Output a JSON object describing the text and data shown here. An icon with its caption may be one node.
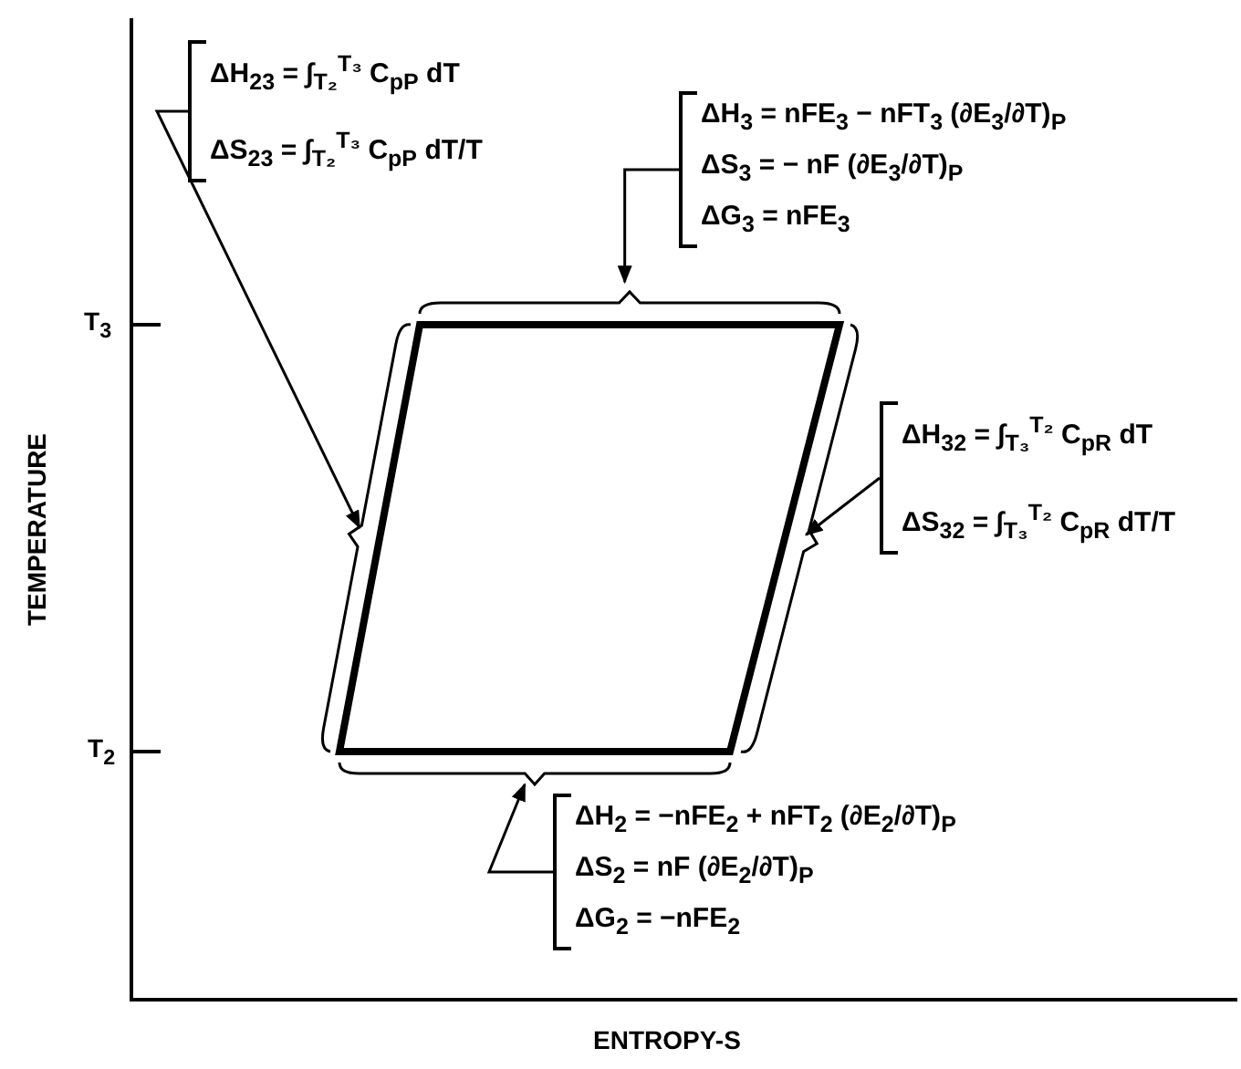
{
  "diagram": {
    "nodes": [
      {
        "text": [],
        "shape": "parallelogram"
      },
      {
        "text": [
          "ΔH$_{23}$ = ∫$_{T₂}$$^{T₃}$ C$_{pP}$ dT",
          "ΔS$_{23}$ = ∫$_{T₂}$$^{T₃}$ C$_{pP}$ dT/T"
        ]
      },
      {
        "text": [
          "ΔH$_{3}$ = nFE$_{3}$ − nFT$_{3}$ (∂E$_{3}$/∂T)$_{P}$",
          "ΔS$_{3}$ = − nF (∂E$_{3}$/∂T)$_{P}$",
          "ΔG$_{3}$ = nFE$_{3}$"
        ]
      },
      {
        "text": [
          "ΔH$_{32}$ = ∫$_{T₃}$$^{T₂}$ C$_{pR}$ dT",
          "ΔS$_{32}$ = ∫$_{T₃}$$^{T₂}$ C$_{pR}$ dT/T"
        ]
      },
      {
        "text": [
          "ΔH$_{2}$ = −nFE$_{2}$ + nFT$_{2}$ (∂E$_{2}$/∂T)$_{P}$",
          "ΔS$_{2}$ = nF (∂E$_{2}$/∂T)$_{P}$",
          "ΔG$_{2}$ = −nFE$_{2}$"
        ]
      }
    ],
    "edges": [
      {
        "from": 1,
        "to": 0,
        "arrow": "to"
      },
      {
        "from": 2,
        "to": 0,
        "arrow": "to"
      },
      {
        "from": 3,
        "to": 0,
        "arrow": "to"
      },
      {
        "from": 4,
        "to": 0,
        "arrow": "to"
      }
    ],
    "labels": [
      "T$_{3}$",
      "TEMPERATURE",
      "T$_{2}$",
      "ENTROPY-S"
    ]
  }
}
